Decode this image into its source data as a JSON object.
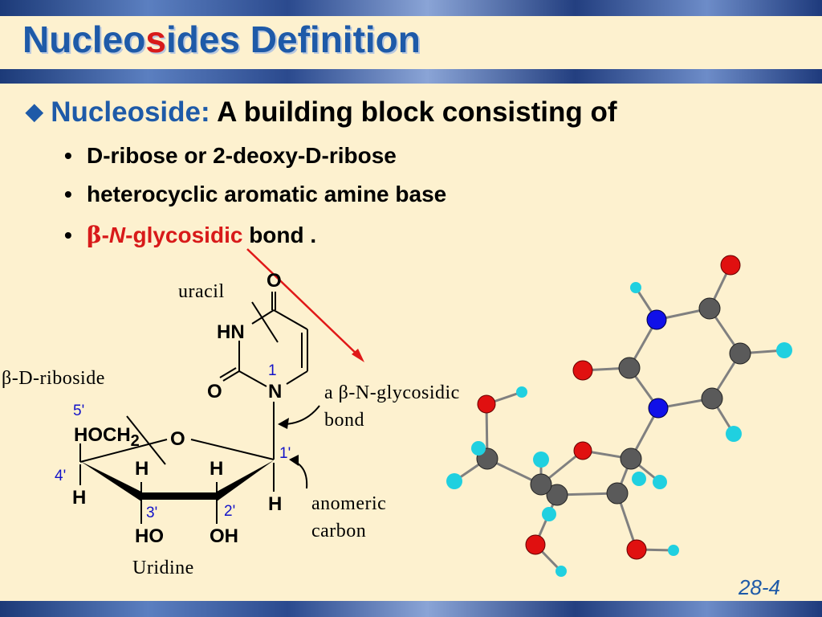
{
  "slide": {
    "title_part1": "Nucleo",
    "title_highlight": "s",
    "title_part2": "ides Definition",
    "main_bullet_term": "Nucleoside:",
    "main_bullet_text": " A building block consisting of",
    "sub_bullets": [
      {
        "text": "D-ribose or 2-deoxy-D-ribose"
      },
      {
        "text": "heterocyclic aromatic amine base"
      }
    ],
    "third_bullet": {
      "beta": "β",
      "dash": "-",
      "n": "N",
      "glyco": "-glycosidic",
      "rest": " bond ."
    },
    "page_number": "28-4"
  },
  "structure": {
    "uracil_label": "uracil",
    "riboside_label": "β-D-riboside",
    "glycosidic_label_line1": "a β-N-glycosidic",
    "glycosidic_label_line2": "bond",
    "anomeric_line1": "anomeric",
    "anomeric_line2": "carbon",
    "compound_name": "Uridine",
    "atoms": {
      "o_top": "O",
      "hn": "HN",
      "o_left": "O",
      "n1": "N",
      "hoch2": "HOCH",
      "sub2": "2",
      "o_ring": "O",
      "h_4": "H",
      "h_3": "H",
      "h_2": "H",
      "h_1": "H",
      "ho": "HO",
      "oh": "OH"
    },
    "numbers": {
      "n1": "1",
      "c5": "5'",
      "c4": "4'",
      "c3": "3'",
      "c2": "2'",
      "c1": "1'"
    }
  },
  "colors": {
    "title": "#1e5aa8",
    "accent_red": "#d81a1a",
    "numbering_blue": "#1212c8",
    "background": "#fdf1cf"
  }
}
